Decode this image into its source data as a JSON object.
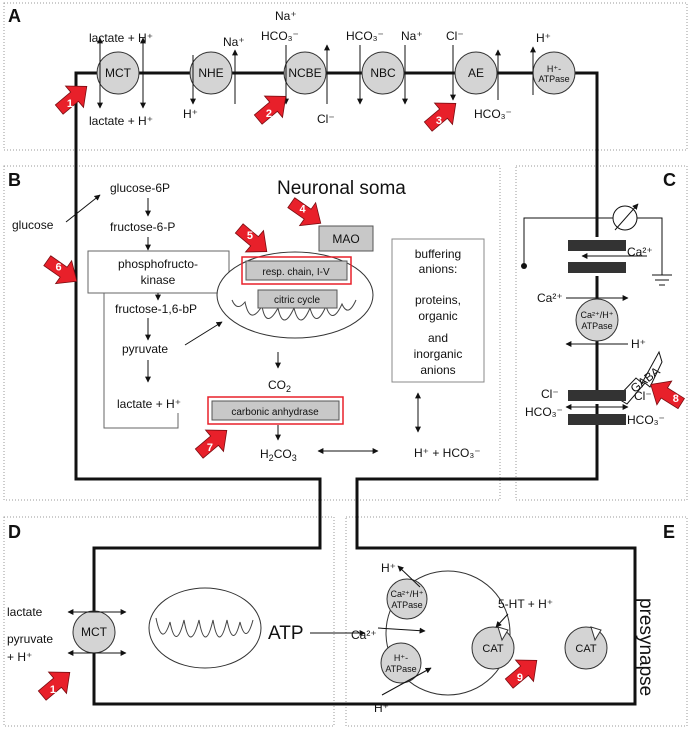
{
  "panels": {
    "a": "A",
    "b": "B",
    "c": "C",
    "d": "D",
    "e": "E"
  },
  "labels": {
    "neuronal_soma": "Neuronal soma",
    "presynapse": "presynapse",
    "atp": "ATP",
    "glucose": "glucose",
    "glucose_6p": "glucose-6P",
    "fructose_6p": "fructose-6-P",
    "pfk_line1": "phosphofructo-",
    "pfk_line2": "kinase",
    "fructose_16bp": "fructose-1,6-bP",
    "pyruvate": "pyruvate",
    "lactate_h_b": "lactate + H⁺",
    "mao": "MAO",
    "resp_chain": "resp. chain, I-V",
    "citric_cycle": "citric cycle",
    "co2": "CO",
    "co2_sub": "2",
    "carbonic_anhydrase": "carbonic anhydrase",
    "h2co3": "H",
    "h2co3_sub": "2",
    "h2co3_tail": "CO",
    "h2co3_sub2": "3",
    "h_hco3": "H⁺ + HCO₃⁻",
    "buffer_lines": [
      "buffering",
      "anions:",
      "proteins,",
      "organic",
      "and",
      "inorganic",
      "anions"
    ],
    "gaba": "GABA",
    "ca2_top": "Ca²⁺",
    "ca2_pump": "Ca²⁺",
    "cl_left": "Cl⁻",
    "hco3_left": "HCO₃⁻",
    "cl_right": "Cl⁻",
    "hco3_right": "HCO₃⁻",
    "h_c": "H⁺",
    "lactate_d": "lactate",
    "pyruvate_d": "pyruvate",
    "h_d": "+ H⁺",
    "h_e_top": "H⁺",
    "ca2_e": "Ca²⁺",
    "h_e_bottom": "H⁺",
    "ht_h": "5-HT + H⁺"
  },
  "membrane_a": {
    "transporters": [
      {
        "name": "MCT",
        "top": "lactate + H⁺",
        "bottom": "lactate + H⁺"
      },
      {
        "name": "NHE",
        "top": "Na⁺",
        "bottom": "H⁺"
      },
      {
        "name": "NCBE",
        "top1": "Na⁺",
        "top2": "HCO₃⁻",
        "bottom": "Cl⁻"
      },
      {
        "name": "NBC",
        "top1": "HCO₃⁻",
        "top2": "Na⁺"
      },
      {
        "name": "AE",
        "top": "Cl⁻",
        "bottom": "HCO₃⁻"
      },
      {
        "name_line1": "H⁺-",
        "name_line2": "ATPase",
        "top": "H⁺"
      }
    ]
  },
  "pumps": {
    "ca_h_atpase_line1": "Ca²⁺/H⁺",
    "ca_h_atpase_line2": "ATPase",
    "h_atpase_line1": "H⁺-",
    "h_atpase_line2": "ATPase",
    "mct_d": "MCT",
    "cat_inner": "CAT",
    "cat_outer": "CAT"
  },
  "markers": [
    "1",
    "2",
    "3",
    "4",
    "5",
    "6",
    "7",
    "8",
    "1",
    "9"
  ],
  "colors": {
    "marker": "#e8202a",
    "circle_fill": "#d4d4d4",
    "box_fill": "#c8c8c8",
    "highlight_border": "#e8202a"
  }
}
